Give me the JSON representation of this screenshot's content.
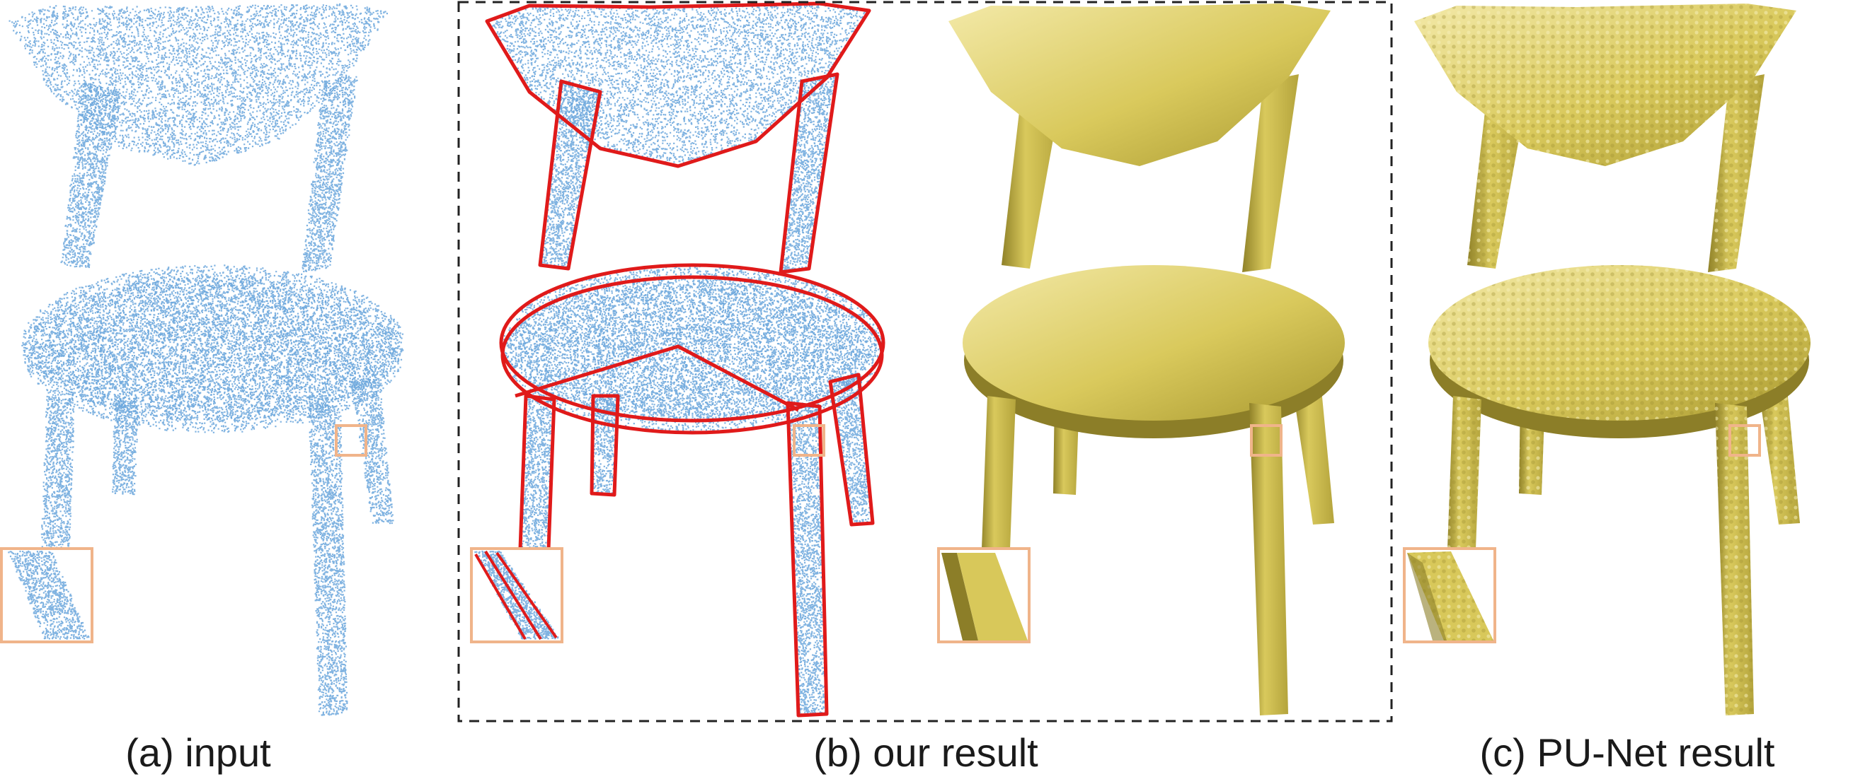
{
  "figure": {
    "panels": [
      {
        "id": "a",
        "caption": "(a) input",
        "style": "point-cloud"
      },
      {
        "id": "b",
        "caption": "(b) our result",
        "style": "point-cloud-with-edges and smooth mesh"
      },
      {
        "id": "c",
        "caption": "(c) PU-Net result",
        "style": "noisy mesh"
      }
    ]
  },
  "colors": {
    "points": "#6aa6dc",
    "edge_lines": "#e01a1a",
    "mesh": "#d8c85a",
    "mesh_dark": "#8c7e28",
    "mesh_light": "#efe49a",
    "inset_border": "#f0b48a",
    "dashed_border": "#222222",
    "caption_text": "#1a1a1a"
  }
}
